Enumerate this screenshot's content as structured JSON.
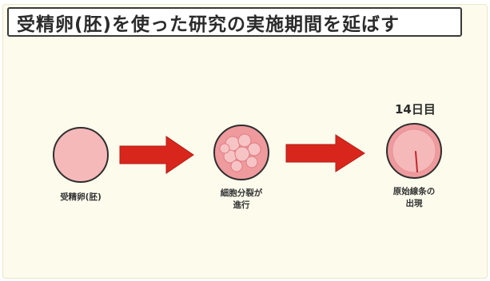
{
  "title": "受精卵(胚)を使った研究の実施期間を延ばす",
  "stages": [
    {
      "label": "受精卵(胚)"
    },
    {
      "label": "細胞分裂が\n進行"
    },
    {
      "label": "原始線条の\n出現",
      "day_label": "14日目"
    }
  ],
  "colors": {
    "background": "#fdfbec",
    "cell_fill": "#f6b9ba",
    "cell_outline": "#2e2e2e",
    "arrow": "#d9261c",
    "streak_line": "#c0282a"
  },
  "icons": [
    "fertilized-egg-icon",
    "dividing-cell-icon",
    "primitive-streak-embryo-icon",
    "right-arrow-icon"
  ]
}
